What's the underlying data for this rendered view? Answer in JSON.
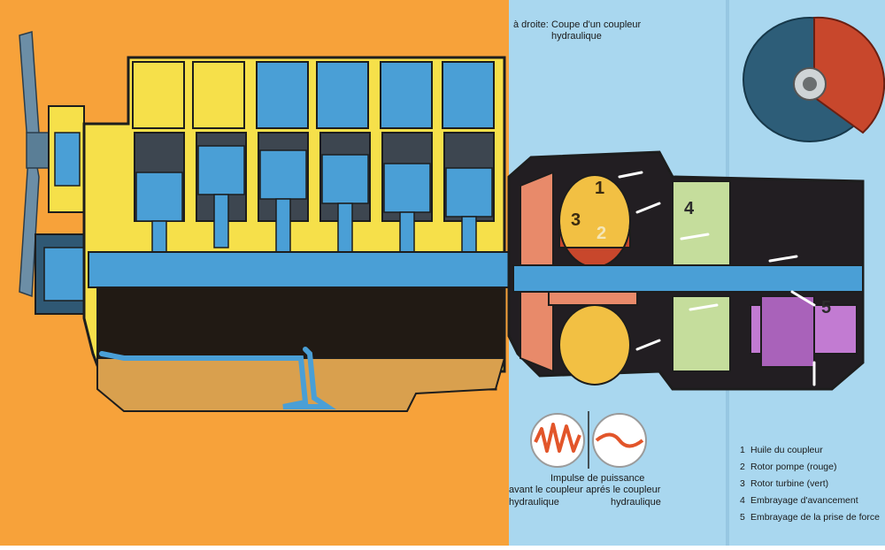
{
  "caption": {
    "prefix": "à droite:",
    "line1": "Coupe d'un coupleur",
    "line2": "hydraulique"
  },
  "callouts": [
    "1",
    "2",
    "3",
    "4",
    "5"
  ],
  "impulse": {
    "title": "Impulse de puissance",
    "before_line1": "avant le coupleur",
    "before_line2": "hydraulique",
    "after_line1": "aprés le coupleur",
    "after_line2": "hydraulique"
  },
  "legend": [
    {
      "num": "1",
      "label": "Huile du coupleur"
    },
    {
      "num": "2",
      "label": "Rotor pompe (rouge)"
    },
    {
      "num": "3",
      "label": "Rotor turbine (vert)"
    },
    {
      "num": "4",
      "label": "Embrayage d'avancement"
    },
    {
      "num": "5",
      "label": "Embrayage de la prise de force"
    }
  ],
  "colors": {
    "orange_panel": "#f7a23a",
    "blue_panel": "#a9d7ef",
    "steel_blue": "#4a9fd6",
    "yellow_outline": "#f6e04a",
    "coupler_red": "#c8472c",
    "clutch_green": "#b8d9a0",
    "pto_magenta": "#c27bd2"
  }
}
